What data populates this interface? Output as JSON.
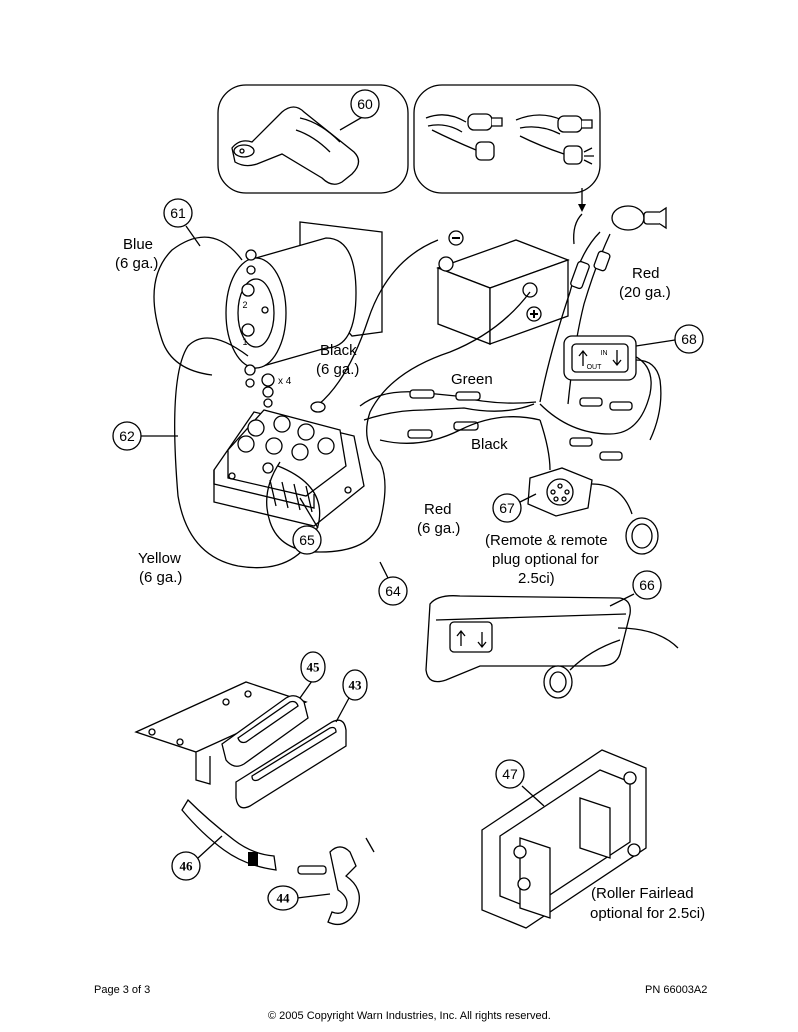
{
  "labels": {
    "blue": "Blue",
    "blue_gauge": "(6 ga.)",
    "black_top": "Black",
    "black_top_gauge": "(6 ga.)",
    "red_right": "Red",
    "red_right_gauge": "(20 ga.)",
    "green": "Green",
    "black_mid": "Black",
    "red_mid": "Red",
    "red_mid_gauge": "(6 ga.)",
    "yellow": "Yellow",
    "yellow_gauge": "(6 ga.)",
    "remote_note_1": "(Remote & remote",
    "remote_note_2": "plug optional for",
    "remote_note_3": "2.5ci)",
    "fairlead_note_1": "(Roller Fairlead",
    "fairlead_note_2": "optional for 2.5ci)",
    "x4": "x 4",
    "motor_term_1": "1",
    "motor_term_2": "2",
    "switch_in": "IN",
    "switch_out": "OUT"
  },
  "callouts": {
    "c60": "60",
    "c61": "61",
    "c62": "62",
    "c64": "64",
    "c65": "65",
    "c66": "66",
    "c67": "67",
    "c68": "68",
    "c43": "43",
    "c44": "44",
    "c45": "45",
    "c46": "46",
    "c47": "47"
  },
  "footer": {
    "page": "Page 3 of 3",
    "part_number": "PN 66003A2",
    "copyright": "© 2005 Copyright Warn Industries, Inc.  All rights reserved."
  }
}
